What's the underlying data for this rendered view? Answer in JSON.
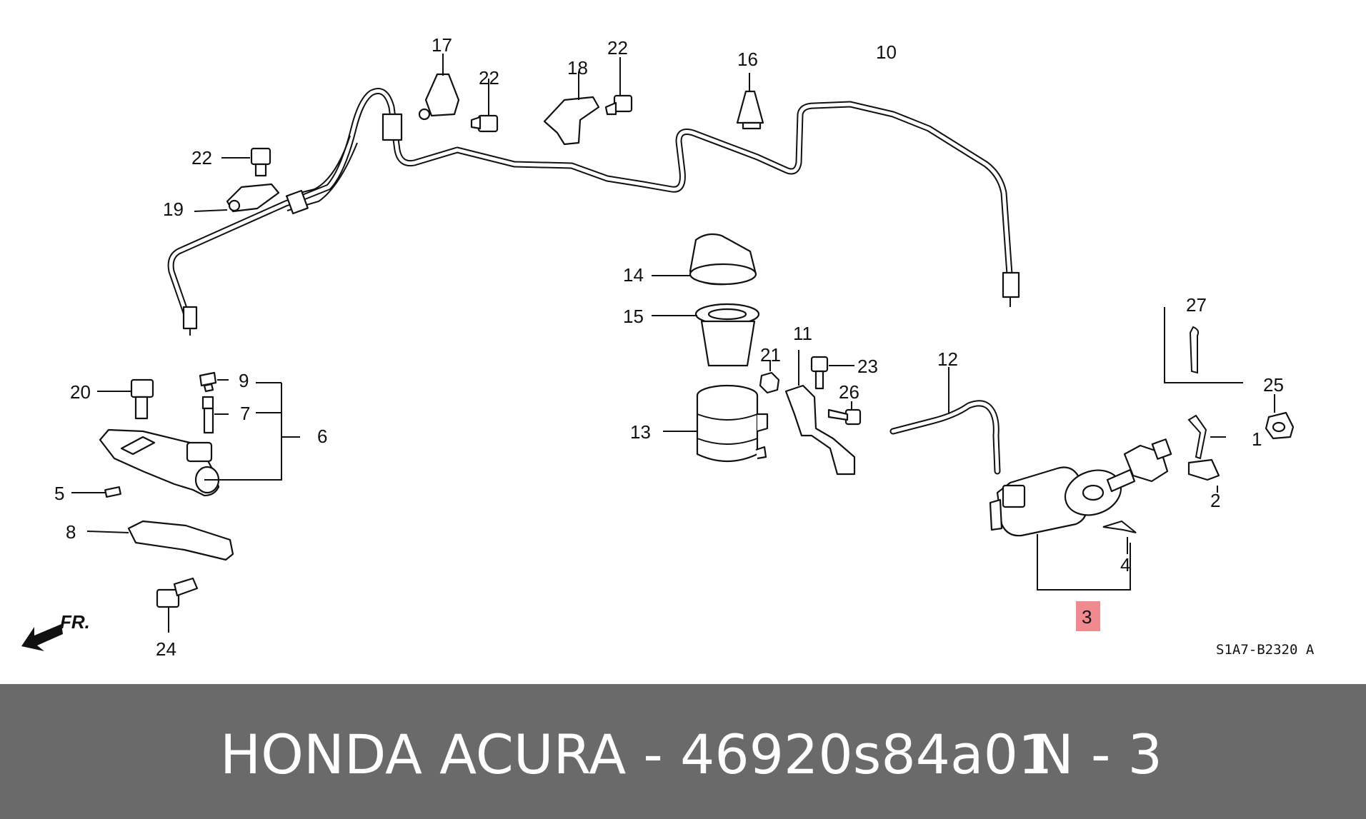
{
  "diagram": {
    "labels": {
      "p1": "1",
      "p2": "2",
      "p3": "3",
      "p4": "4",
      "p5": "5",
      "p6": "6",
      "p7": "7",
      "p8": "8",
      "p9": "9",
      "p10": "10",
      "p11": "11",
      "p12": "12",
      "p13": "13",
      "p14": "14",
      "p15": "15",
      "p16": "16",
      "p17": "17",
      "p18": "18",
      "p19": "19",
      "p20": "20",
      "p21": "21",
      "p22a": "22",
      "p22b": "22",
      "p22c": "22",
      "p23": "23",
      "p24": "24",
      "p25": "25",
      "p26": "26",
      "p27": "27"
    },
    "front_marker": "FR.",
    "diagram_code": "S1A7-B2320 A",
    "highlight_color": "#f08a8f"
  },
  "footer": {
    "left_text": "HONDA ACURA - 46920s84a01",
    "right_text": "N - 3"
  }
}
